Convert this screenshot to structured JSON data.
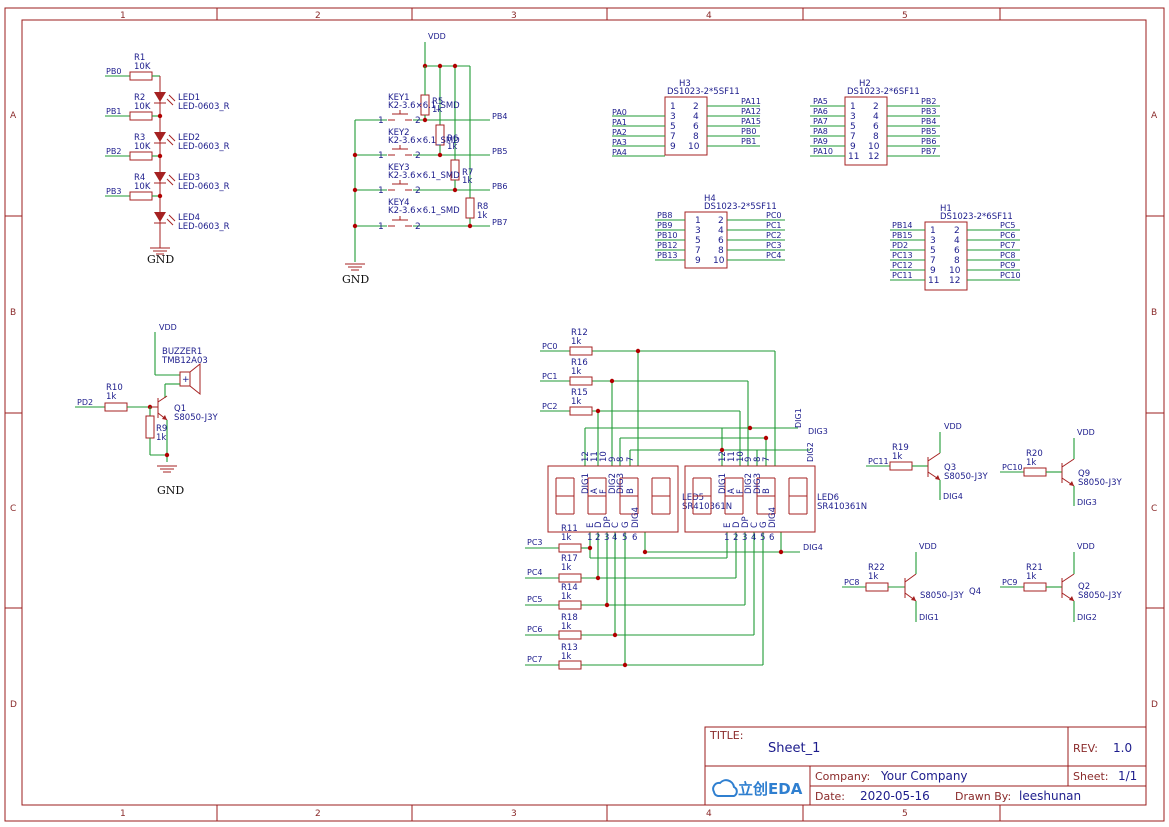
{
  "frame": {
    "columns": [
      "1",
      "2",
      "3",
      "4",
      "5"
    ],
    "rows": [
      "A",
      "B",
      "C",
      "D"
    ]
  },
  "supplies": {
    "vdd": "VDD",
    "gnd": "GND"
  },
  "resistors": [
    {
      "ref": "R1",
      "val": "10K"
    },
    {
      "ref": "R2",
      "val": "10K"
    },
    {
      "ref": "R3",
      "val": "10K"
    },
    {
      "ref": "R4",
      "val": "10K"
    },
    {
      "ref": "R5",
      "val": "1k"
    },
    {
      "ref": "R6",
      "val": "1k"
    },
    {
      "ref": "R7",
      "val": "1k"
    },
    {
      "ref": "R8",
      "val": "1k"
    },
    {
      "ref": "R9",
      "val": "1k"
    },
    {
      "ref": "R10",
      "val": "1k"
    },
    {
      "ref": "R11",
      "val": "1k"
    },
    {
      "ref": "R12",
      "val": "1k"
    },
    {
      "ref": "R13",
      "val": "1k"
    },
    {
      "ref": "R14",
      "val": "1k"
    },
    {
      "ref": "R15",
      "val": "1k"
    },
    {
      "ref": "R16",
      "val": "1k"
    },
    {
      "ref": "R17",
      "val": "1k"
    },
    {
      "ref": "R18",
      "val": "1k"
    },
    {
      "ref": "R19",
      "val": "1k"
    },
    {
      "ref": "R20",
      "val": "1k"
    },
    {
      "ref": "R21",
      "val": "1k"
    },
    {
      "ref": "R22",
      "val": "1k"
    }
  ],
  "leds": [
    {
      "ref": "LED1",
      "part": "LED-0603_R"
    },
    {
      "ref": "LED2",
      "part": "LED-0603_R"
    },
    {
      "ref": "LED3",
      "part": "LED-0603_R"
    },
    {
      "ref": "LED4",
      "part": "LED-0603_R"
    }
  ],
  "led_nets": [
    "PB0",
    "PB1",
    "PB2",
    "PB3"
  ],
  "keys": [
    {
      "ref": "KEY1",
      "part": "K2-3.6×6.1_SMD",
      "net": "PB4"
    },
    {
      "ref": "KEY2",
      "part": "K2-3.6×6.1_SMD",
      "net": "PB5"
    },
    {
      "ref": "KEY3",
      "part": "K2-3.6×6.1_SMD",
      "net": "PB6"
    },
    {
      "ref": "KEY4",
      "part": "K2-3.6×6.1_SMD",
      "net": "PB7"
    }
  ],
  "key_pins": [
    "1",
    "2"
  ],
  "buzzer": {
    "ref": "BUZZER1",
    "part": "TMB12A03",
    "net": "PD2",
    "pin": "+"
  },
  "transistors": [
    {
      "ref": "Q1",
      "part": "S8050-J3Y"
    },
    {
      "ref": "Q3",
      "part": "S8050-J3Y",
      "base_net": "PC11",
      "emit_net": "DIG4"
    },
    {
      "ref": "Q9",
      "part": "S8050-J3Y",
      "base_net": "PC10",
      "emit_net": "DIG3"
    },
    {
      "ref": "Q4",
      "part": "S8050-J3Y",
      "base_net": "PC8",
      "emit_net": "DIG1"
    },
    {
      "ref": "Q2",
      "part": "S8050-J3Y",
      "base_net": "PC9",
      "emit_net": "DIG2"
    }
  ],
  "headers": [
    {
      "ref": "H3",
      "part": "DS1023-2*5SF11",
      "left": [
        "PA0",
        "PA1",
        "PA2",
        "PA3",
        "PA4"
      ],
      "right": [
        "PA11",
        "PA12",
        "PA15",
        "PB0",
        "PB1"
      ],
      "lpins": [
        "1",
        "3",
        "5",
        "7",
        "9"
      ],
      "rpins": [
        "2",
        "4",
        "6",
        "8",
        "10"
      ]
    },
    {
      "ref": "H2",
      "part": "DS1023-2*6SF11",
      "left": [
        "PA5",
        "PA6",
        "PA7",
        "PA8",
        "PA9",
        "PA10"
      ],
      "right": [
        "PB2",
        "PB3",
        "PB4",
        "PB5",
        "PB6",
        "PB7"
      ],
      "lpins": [
        "1",
        "3",
        "5",
        "7",
        "9",
        "11"
      ],
      "rpins": [
        "2",
        "4",
        "6",
        "8",
        "10",
        "12"
      ]
    },
    {
      "ref": "H4",
      "part": "DS1023-2*5SF11",
      "left": [
        "PB8",
        "PB9",
        "PB10",
        "PB12",
        "PB13"
      ],
      "right": [
        "PC0",
        "PC1",
        "PC2",
        "PC3",
        "PC4"
      ],
      "lpins": [
        "1",
        "3",
        "5",
        "7",
        "9"
      ],
      "rpins": [
        "2",
        "4",
        "6",
        "8",
        "10"
      ]
    },
    {
      "ref": "H1",
      "part": "DS1023-2*6SF11",
      "left": [
        "PB14",
        "PB15",
        "PD2",
        "PC13",
        "PC12",
        "PC11"
      ],
      "right": [
        "PC5",
        "PC6",
        "PC7",
        "PC8",
        "PC9",
        "PC10"
      ],
      "lpins": [
        "1",
        "3",
        "5",
        "7",
        "9",
        "11"
      ],
      "rpins": [
        "2",
        "4",
        "6",
        "8",
        "10",
        "12"
      ]
    }
  ],
  "segment_nets": [
    "PC0",
    "PC1",
    "PC2",
    "PC3",
    "PC4",
    "PC5",
    "PC6",
    "PC7"
  ],
  "displays": [
    {
      "ref": "LED5",
      "part": "SR410361N"
    },
    {
      "ref": "LED6",
      "part": "SR410361N"
    }
  ],
  "display_top_pins": [
    {
      "num": "12",
      "name": "DIG1"
    },
    {
      "num": "11",
      "name": "A"
    },
    {
      "num": "10",
      "name": "F"
    },
    {
      "num": "9",
      "name": "DIG2"
    },
    {
      "num": "8",
      "name": "DIG3"
    },
    {
      "num": "7",
      "name": "B"
    }
  ],
  "display_bottom_pins": [
    {
      "num": "1",
      "name": "E"
    },
    {
      "num": "2",
      "name": "D"
    },
    {
      "num": "3",
      "name": "DP"
    },
    {
      "num": "4",
      "name": "C"
    },
    {
      "num": "5",
      "name": "G"
    },
    {
      "num": "6",
      "name": "DIG4"
    }
  ],
  "dig_nets": [
    "DIG1",
    "DIG3",
    "DIG2",
    "DIG4"
  ],
  "title_block": {
    "title_label": "TITLE:",
    "title": "Sheet_1",
    "rev_label": "REV:",
    "rev": "1.0",
    "company_label": "Company:",
    "company": "Your Company",
    "sheet_label": "Sheet:",
    "sheet": "1/1",
    "date_label": "Date:",
    "date": "2020-05-16",
    "drawn_label": "Drawn By:",
    "drawn": "leeshunan",
    "logo": "立创EDA"
  },
  "colors": {
    "frame": "#9b1c1c",
    "wire": "#1f9a35",
    "component": "#a52121",
    "label": "#1c1c8c",
    "junction": "#b00000"
  }
}
